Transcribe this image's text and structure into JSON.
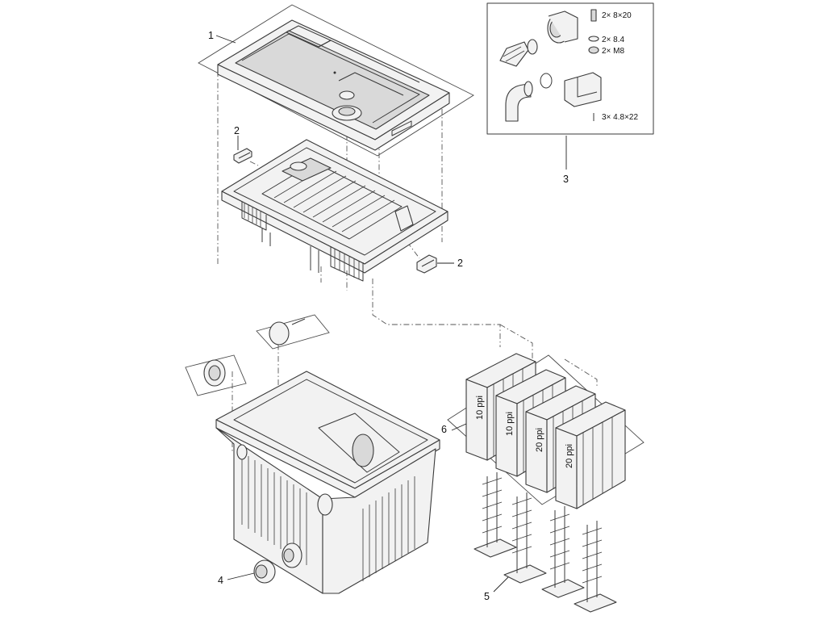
{
  "callouts": {
    "c1": "1",
    "c2a": "2",
    "c2b": "2",
    "c3": "3",
    "c4": "4",
    "c5": "5",
    "c6": "6"
  },
  "kit": {
    "screw": "2× 8×20",
    "washer": "2× 8.4",
    "nut": "2× M8",
    "small_screw": "3× 4.8×22"
  },
  "sponges": {
    "s1": "10 ppi",
    "s2": "10 ppi",
    "s3": "20 ppi",
    "s4": "20 ppi"
  }
}
